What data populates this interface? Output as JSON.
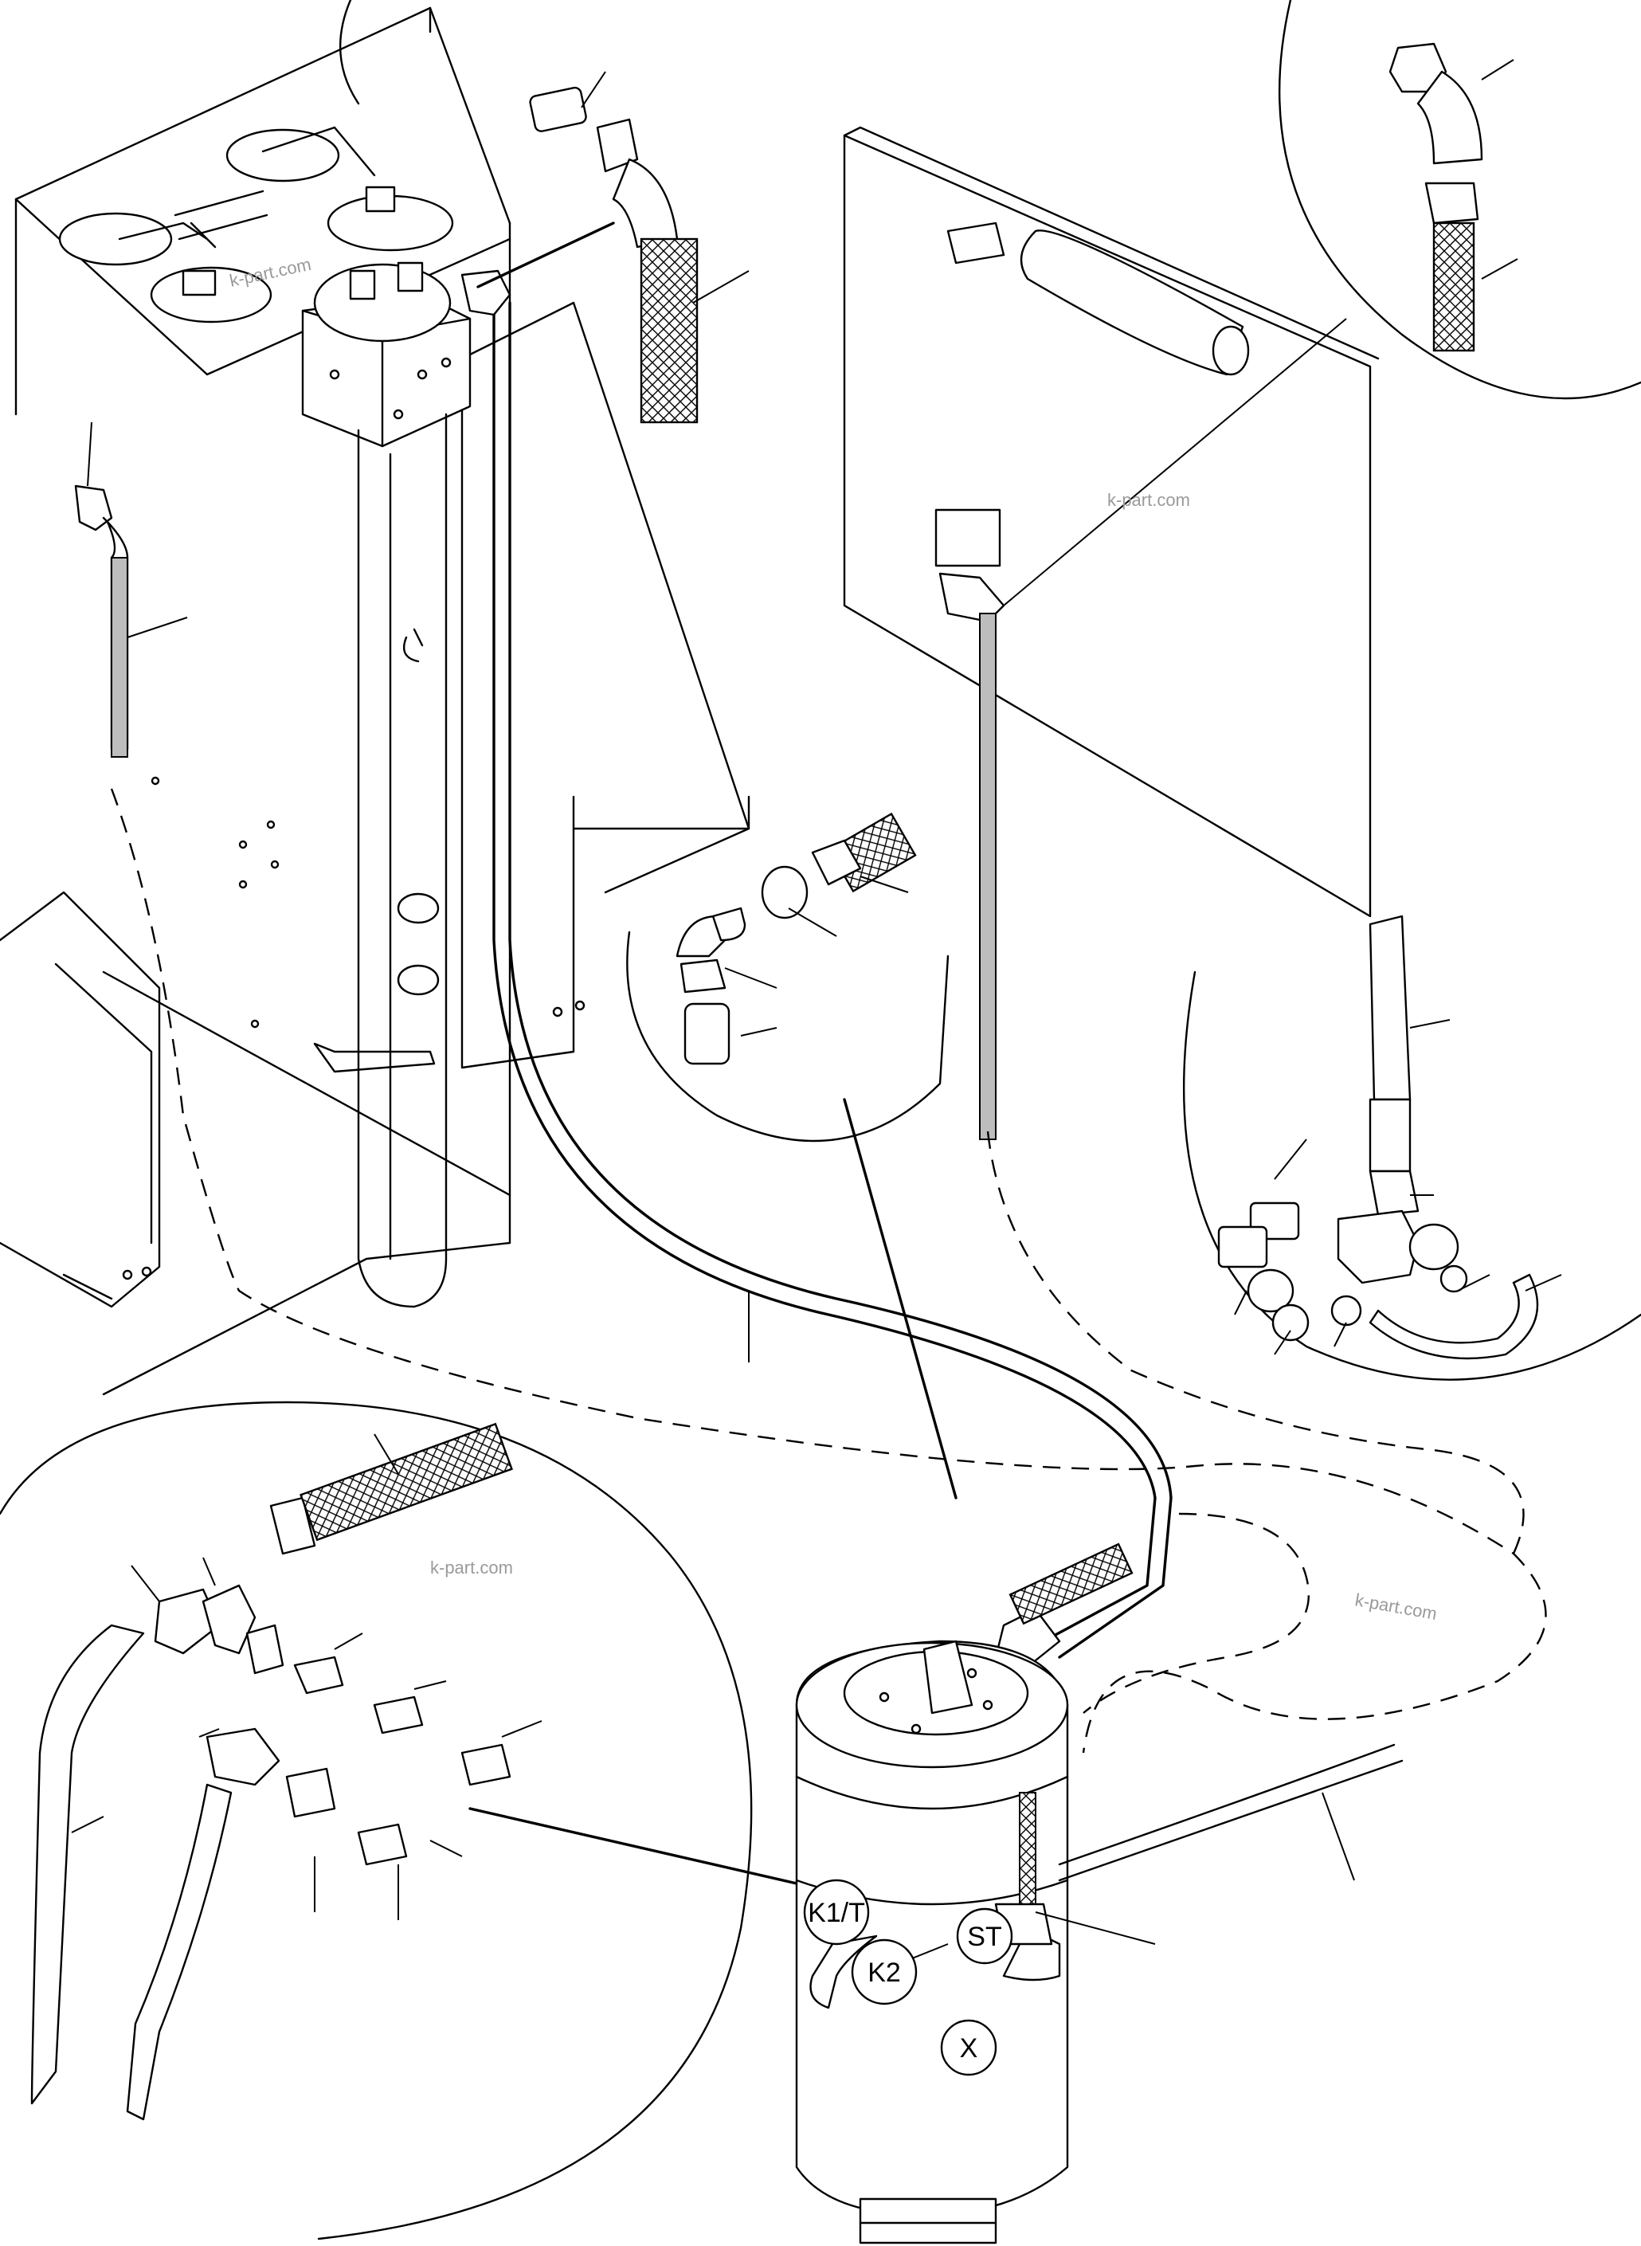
{
  "callouts": [
    {
      "id": "k1t",
      "label": "K1/T"
    },
    {
      "id": "k2",
      "label": "K2"
    },
    {
      "id": "st",
      "label": "ST"
    },
    {
      "id": "x",
      "label": "X"
    }
  ],
  "watermark": "k-part.com",
  "colors": {
    "line": "#000000",
    "background": "#ffffff",
    "watermark": "#9a9a9a"
  }
}
